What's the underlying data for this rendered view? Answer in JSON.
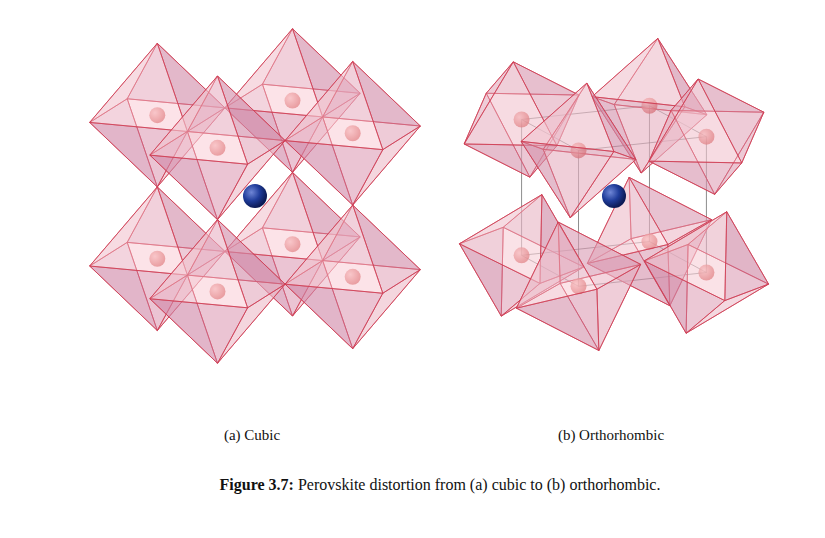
{
  "diagram": {
    "caption": "Figure 3.7: Perovskite distortion from (a) cubic to (b) orthorhombic.",
    "labels": [
      "(a) Cubic",
      "(b) Orthorhombic"
    ]
  }
}
